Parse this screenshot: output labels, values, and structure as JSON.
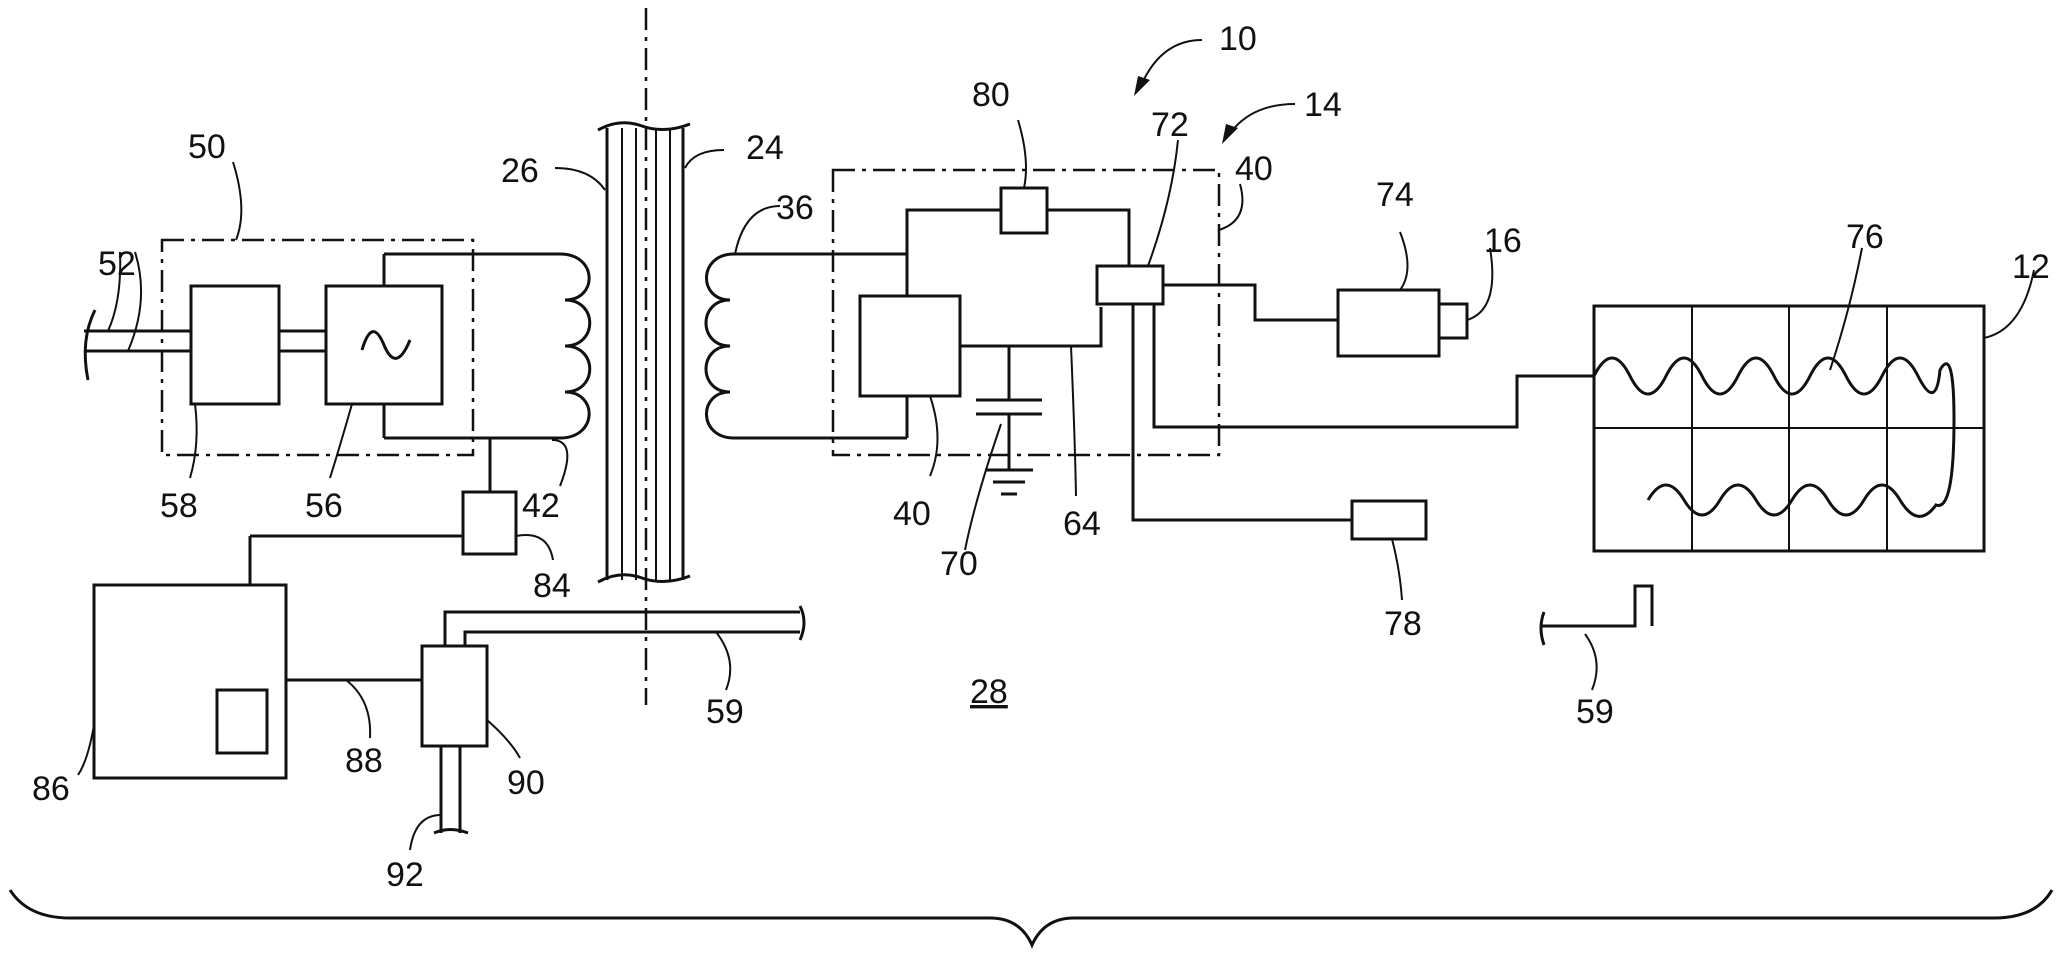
{
  "figure": {
    "labels": {
      "l10": "10",
      "l14": "14",
      "l80": "80",
      "l72": "72",
      "l40a": "40",
      "l74": "74",
      "l16": "16",
      "l76": "76",
      "l12": "12",
      "l50": "50",
      "l52": "52",
      "l26": "26",
      "l24": "24",
      "l36": "36",
      "l58": "58",
      "l56": "56",
      "l42": "42",
      "l84": "84",
      "l40b": "40",
      "l70": "70",
      "l64": "64",
      "l78": "78",
      "l28": "28",
      "l59a": "59",
      "l59b": "59",
      "l86": "86",
      "l88": "88",
      "l90": "90",
      "l92": "92"
    }
  }
}
